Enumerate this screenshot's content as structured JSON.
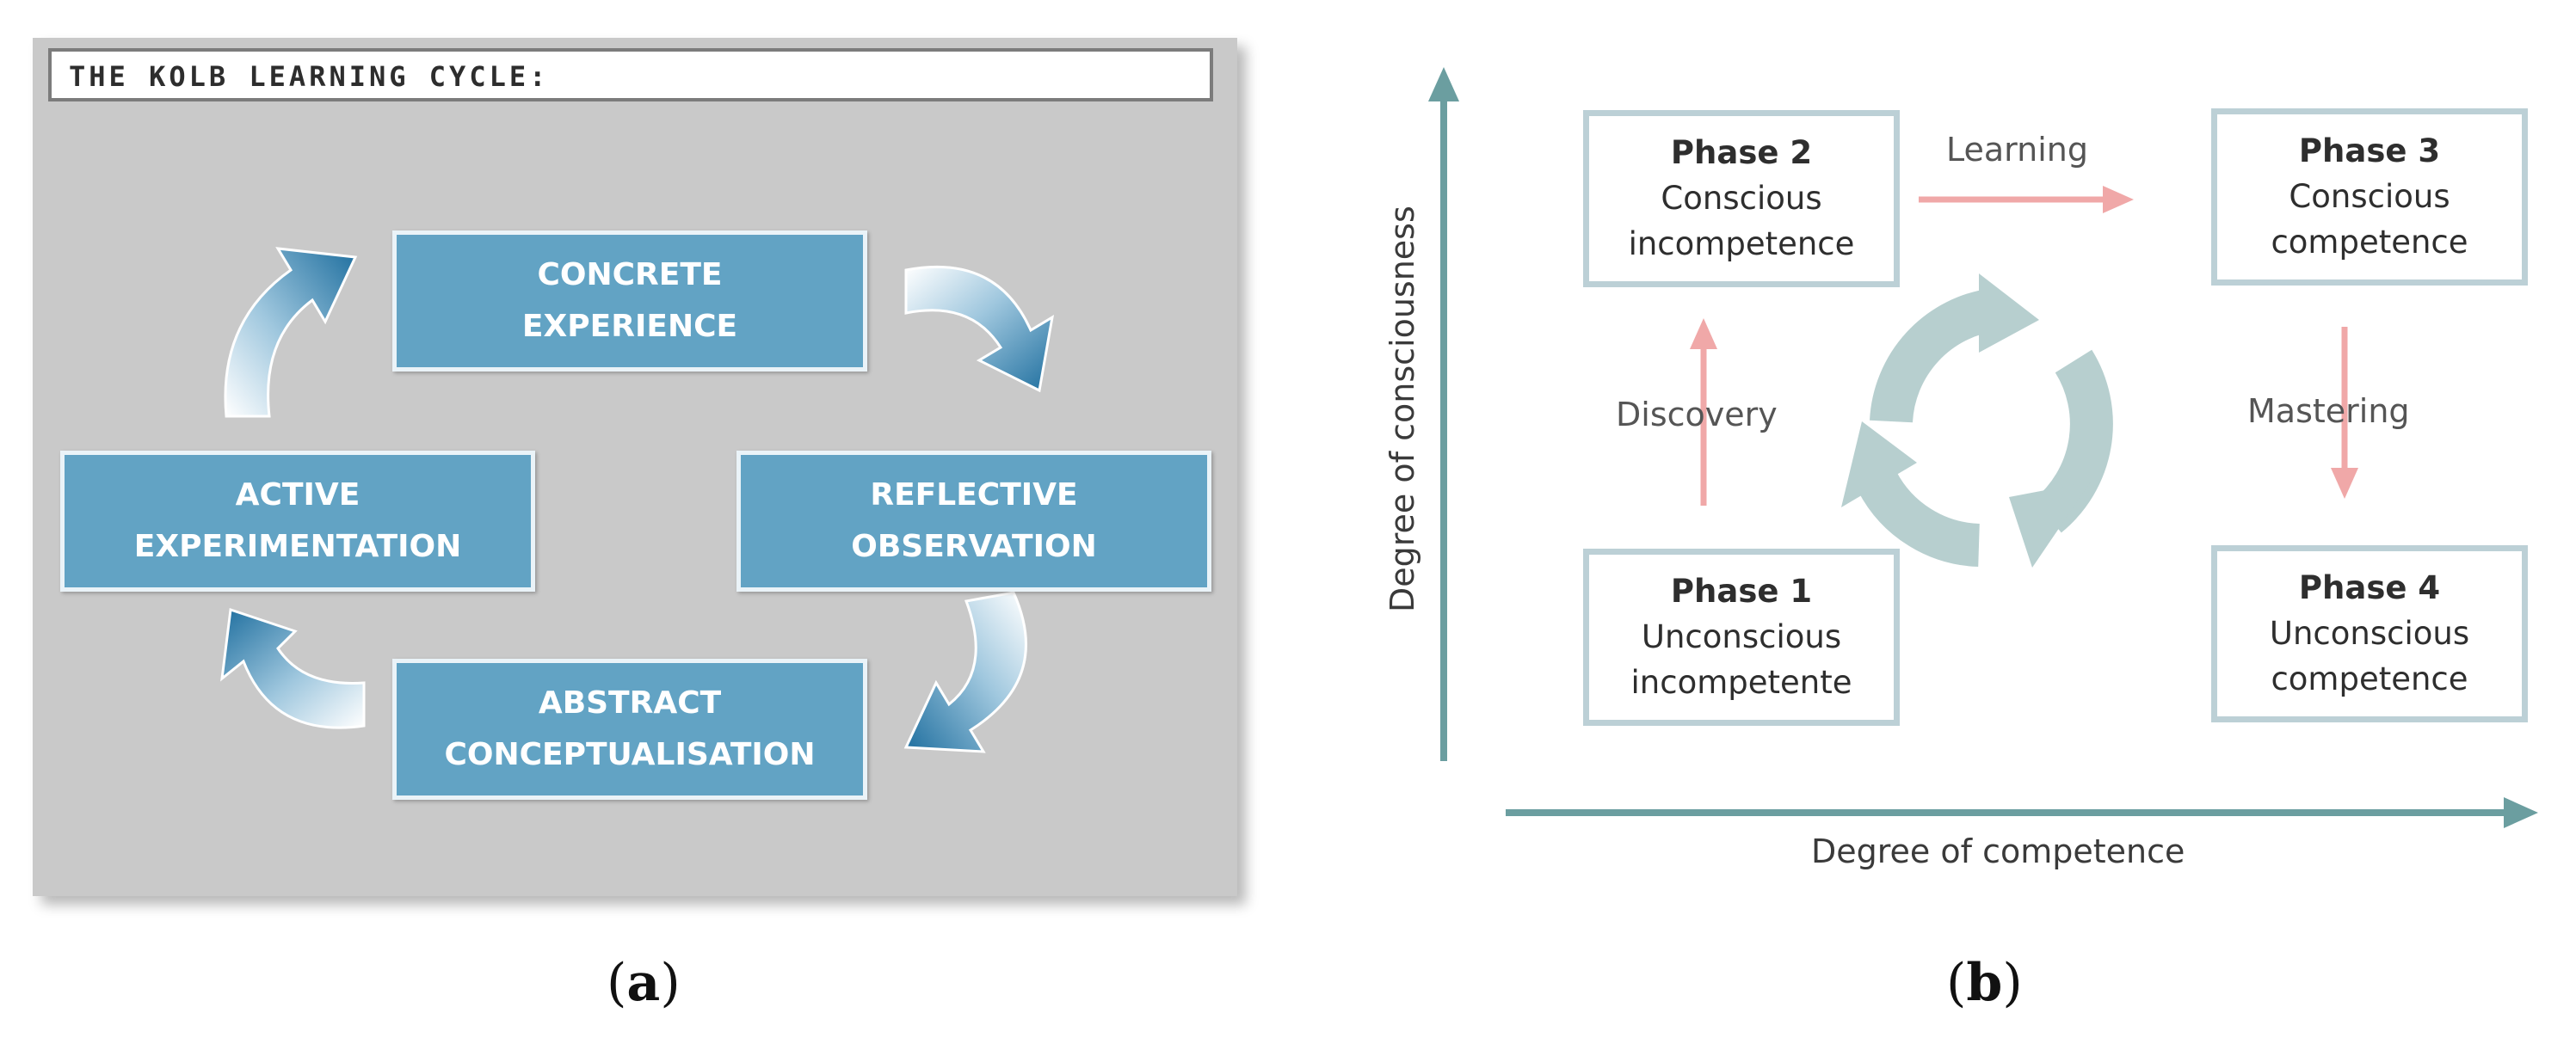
{
  "panel_a": {
    "title": "THE KOLB LEARNING CYCLE:",
    "boxes": {
      "concrete": {
        "line1": "CONCRETE",
        "line2": "EXPERIENCE"
      },
      "reflective": {
        "line1": "REFLECTIVE",
        "line2": "OBSERVATION"
      },
      "abstract": {
        "line1": "ABSTRACT",
        "line2": "CONCEPTUALISATION"
      },
      "active": {
        "line1": "ACTIVE",
        "line2": "EXPERIMENTATION"
      }
    },
    "caption_letter": "a"
  },
  "panel_b": {
    "phases": {
      "phase1": {
        "title": "Phase 1",
        "line1": "Unconscious",
        "line2": "incompetente"
      },
      "phase2": {
        "title": "Phase 2",
        "line1": "Conscious",
        "line2": "incompetence"
      },
      "phase3": {
        "title": "Phase 3",
        "line1": "Conscious",
        "line2": "competence"
      },
      "phase4": {
        "title": "Phase 4",
        "line1": "Unconscious",
        "line2": "competence"
      }
    },
    "flow_labels": {
      "learning": "Learning",
      "discovery": "Discovery",
      "mastering": "Mastering"
    },
    "axes": {
      "y_label": "Degree of consciousness",
      "x_label": "Degree of competence"
    },
    "caption_letter": "b"
  },
  "colors": {
    "kolb_box": "#62a3c4",
    "kolb_arrow": "#2f7fae",
    "panel_bg": "#c9c9c9",
    "axis": "#6b9ea0",
    "phase_border": "#bcd0d6",
    "flow_arrow": "#f0a8a8",
    "cycle": "#b7cfcf"
  }
}
